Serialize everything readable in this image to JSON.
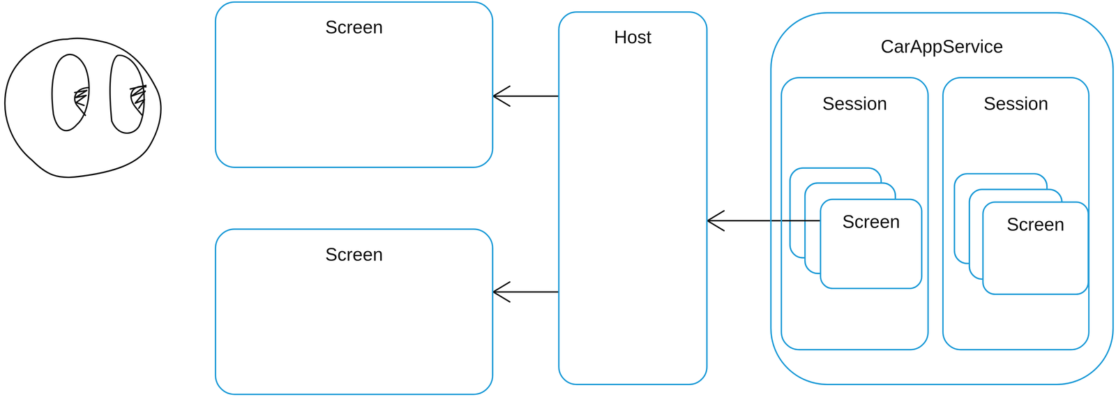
{
  "diagram": {
    "nodes": [
      {
        "text": [
          "Screen"
        ]
      },
      {
        "text": [
          "Screen"
        ]
      },
      {
        "text": [
          "Host"
        ]
      },
      {
        "text": [
          "CarAppService"
        ]
      },
      {
        "text": [
          "Session"
        ],
        "in": 3
      },
      {
        "text": [
          "Screen"
        ],
        "in": 4
      },
      {
        "text": [
          "Session"
        ],
        "in": 3
      },
      {
        "text": [
          "Screen"
        ],
        "in": 6
      }
    ],
    "edges": [
      {
        "from": 5,
        "to": 2,
        "arrow": "to"
      },
      {
        "from": 2,
        "to": 0,
        "arrow": "to"
      },
      {
        "from": 2,
        "to": 1,
        "arrow": "to"
      }
    ]
  }
}
